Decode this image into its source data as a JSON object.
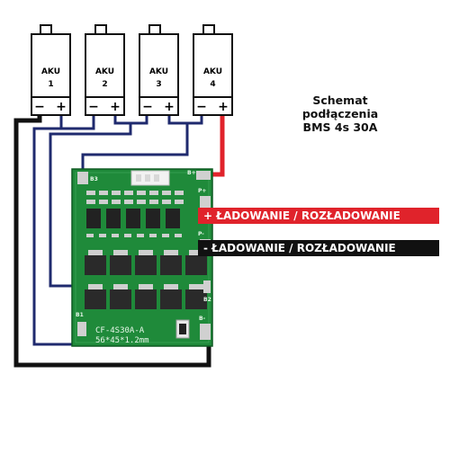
{
  "batteries": [
    {
      "label": "AKU",
      "number": "1",
      "minus": "−",
      "plus": "+"
    },
    {
      "label": "AKU",
      "number": "2",
      "minus": "−",
      "plus": "+"
    },
    {
      "label": "AKU",
      "number": "3",
      "minus": "−",
      "plus": "+"
    },
    {
      "label": "AKU",
      "number": "4",
      "minus": "−",
      "plus": "+"
    }
  ],
  "title": {
    "line1": "Schemat",
    "line2": "podłączenia",
    "line3": "BMS 4s 30A"
  },
  "banners": {
    "charge_plus": "+ ŁADOWANIE / ROZŁADOWANIE",
    "charge_minus": "- ŁADOWANIE / ROZŁADOWANIE"
  },
  "board": {
    "model": "CF-4S30A-A",
    "dims": "56*45*1.2mm",
    "pad_bplus": "B+",
    "pad_pplus": "P+",
    "pad_pminus": "P-",
    "pad_bminus": "B-",
    "pad_b3": "B3",
    "pad_b2": "B2",
    "pad_b1": "B1"
  },
  "colors": {
    "wire_black": "#111111",
    "wire_navy": "#1f2a6e",
    "wire_red": "#e0232b",
    "banner_red": "#e0232b",
    "banner_black": "#111111",
    "pcb_green": "#1f8a3a"
  }
}
